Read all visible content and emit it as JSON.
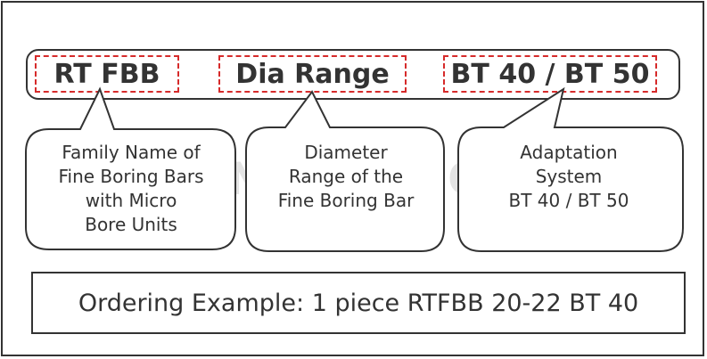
{
  "code_segments": [
    {
      "label": "RT FBB"
    },
    {
      "label": "Dia Range"
    },
    {
      "label": "BT 40 / BT 50"
    }
  ],
  "callouts": [
    {
      "text": "Family Name of\nFine Boring Bars\nwith Micro\nBore Units"
    },
    {
      "text": "Diameter\nRange of the\nFine Boring Bar"
    },
    {
      "text": "Adaptation\nSystem\nBT 40 / BT 50"
    }
  ],
  "ordering_example": "Ordering Example: 1 piece RTFBB 20-22 BT 40",
  "watermark": "RENUKA TOOLS",
  "colors": {
    "dashed_border": "#d62b2b",
    "stroke": "#333333"
  }
}
